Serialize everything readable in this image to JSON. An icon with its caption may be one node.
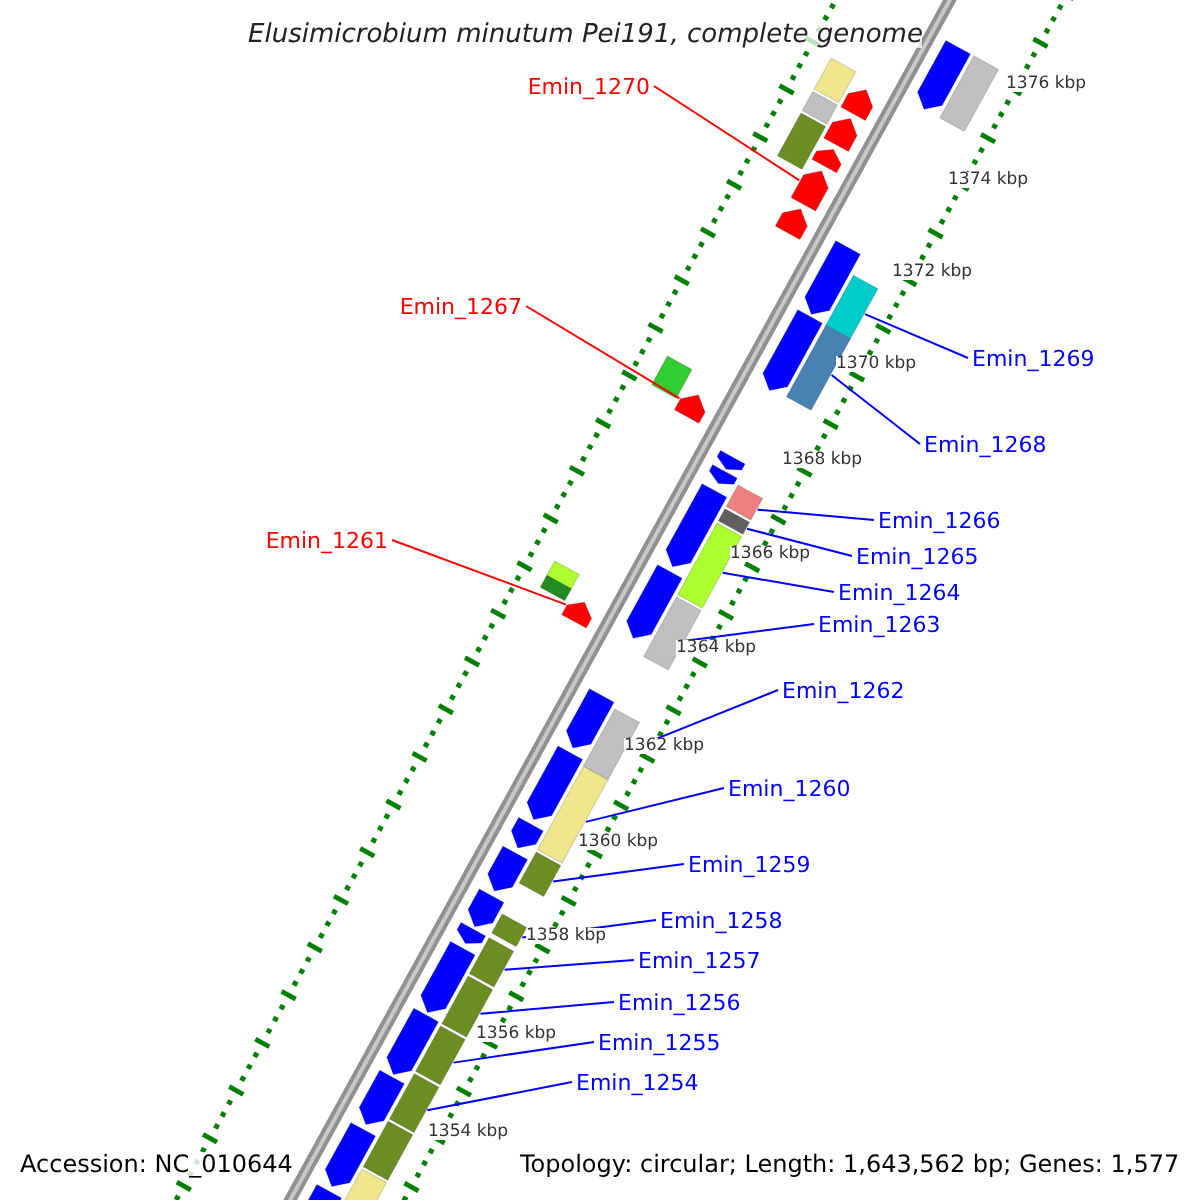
{
  "diagram": {
    "title": "Elusimicrobium minutum Pei191, complete genome",
    "nodes": [
      {
        "text": [
          "Emin_1270"
        ]
      },
      {
        "text": [
          "Emin_1267"
        ]
      },
      {
        "text": [
          "Emin_1269"
        ]
      },
      {
        "text": [
          "Emin_1268"
        ]
      },
      {
        "text": [
          "Emin_1266"
        ]
      },
      {
        "text": [
          "Emin_1261"
        ]
      },
      {
        "text": [
          "Emin_1265"
        ]
      },
      {
        "text": [
          "Emin_1264"
        ]
      },
      {
        "text": [
          "Emin_1263"
        ]
      },
      {
        "text": [
          "Emin_1262"
        ]
      },
      {
        "text": [
          "Emin_1260"
        ]
      },
      {
        "text": [
          "Emin_1259"
        ]
      },
      {
        "text": [
          "Emin_1258"
        ]
      },
      {
        "text": [
          "Emin_1257"
        ]
      },
      {
        "text": [
          "Emin_1256"
        ]
      },
      {
        "text": [
          "Emin_1255"
        ]
      },
      {
        "text": [
          "Emin_1254"
        ]
      },
      {
        "text": [],
        "shape": "arrow"
      },
      {
        "text": [],
        "shape": "bar"
      },
      {
        "text": [],
        "shape": "bar"
      },
      {
        "text": [],
        "shape": "arrow"
      },
      {
        "text": [],
        "shape": "bar"
      },
      {
        "text": [],
        "shape": "arrow"
      },
      {
        "text": [],
        "shape": "bar"
      },
      {
        "text": [],
        "shape": "arrow"
      },
      {
        "text": [],
        "shape": "arrow"
      },
      {
        "text": [],
        "shape": "arrow"
      },
      {
        "text": [],
        "shape": "arrow"
      },
      {
        "text": [],
        "shape": "bar"
      },
      {
        "text": [],
        "shape": "arrow"
      },
      {
        "text": [],
        "shape": "bar"
      },
      {
        "text": [],
        "shape": "bar"
      },
      {
        "text": [],
        "shape": "arrow"
      },
      {
        "text": [],
        "shape": "arrow"
      },
      {
        "text": [],
        "shape": "arrow"
      },
      {
        "text": [],
        "shape": "bar"
      },
      {
        "text": [],
        "shape": "arrow"
      },
      {
        "text": [],
        "shape": "bar"
      },
      {
        "text": [],
        "shape": "bar"
      },
      {
        "text": [],
        "shape": "arrow"
      },
      {
        "text": [],
        "shape": "bar"
      },
      {
        "text": [],
        "shape": "bar"
      },
      {
        "text": [],
        "shape": "bar"
      },
      {
        "text": [],
        "shape": "arrow"
      },
      {
        "text": [],
        "shape": "arrow"
      },
      {
        "text": [],
        "shape": "bar"
      },
      {
        "text": [],
        "shape": "arrow"
      },
      {
        "text": [],
        "shape": "bar"
      },
      {
        "text": [],
        "shape": "arrow"
      },
      {
        "text": [],
        "shape": "bar"
      },
      {
        "text": [],
        "shape": "arrow"
      },
      {
        "text": [],
        "shape": "arrow"
      },
      {
        "text": [],
        "shape": "bar"
      },
      {
        "text": [],
        "shape": "arrow"
      },
      {
        "text": [],
        "shape": "bar"
      },
      {
        "text": [],
        "shape": "arrow"
      },
      {
        "text": [],
        "shape": "bar"
      },
      {
        "text": [],
        "shape": "arrow"
      },
      {
        "text": [],
        "shape": "bar"
      },
      {
        "text": [],
        "shape": "bar"
      },
      {
        "text": [],
        "shape": "arrow"
      },
      {
        "text": [],
        "shape": "bar"
      },
      {
        "text": [],
        "shape": "arrow"
      },
      {
        "text": [],
        "shape": "bar"
      },
      {
        "text": [],
        "shape": "arrow"
      }
    ],
    "edges": [
      {
        "from": 0,
        "to": 25,
        "arrow": "none",
        "color": "#ff0000"
      },
      {
        "from": 1,
        "to": 32,
        "arrow": "none",
        "color": "#ff0000"
      },
      {
        "from": 2,
        "to": 28,
        "arrow": "none"
      },
      {
        "from": 3,
        "to": 30,
        "arrow": "none"
      },
      {
        "from": 4,
        "to": 35,
        "arrow": "none"
      },
      {
        "from": 5,
        "to": 43,
        "arrow": "none",
        "color": "#ff0000"
      },
      {
        "from": 6,
        "to": 37,
        "arrow": "none"
      },
      {
        "from": 7,
        "to": 38,
        "arrow": "none"
      },
      {
        "from": 8,
        "to": 40,
        "arrow": "none"
      },
      {
        "from": 9,
        "to": 45,
        "arrow": "none"
      },
      {
        "from": 10,
        "to": 47,
        "arrow": "none"
      },
      {
        "from": 11,
        "to": 49,
        "arrow": "none"
      },
      {
        "from": 12,
        "to": 52,
        "arrow": "none"
      },
      {
        "from": 13,
        "to": 54,
        "arrow": "none"
      },
      {
        "from": 14,
        "to": 56,
        "arrow": "none"
      },
      {
        "from": 15,
        "to": 58,
        "arrow": "none"
      },
      {
        "from": 16,
        "to": 59,
        "arrow": "none"
      }
    ],
    "labels": [
      "1376 kbp",
      "1374 kbp",
      "1372 kbp",
      "1370 kbp",
      "1368 kbp",
      "1366 kbp",
      "1364 kbp",
      "1362 kbp",
      "1360 kbp",
      "1358 kbp",
      "1356 kbp",
      "1354 kbp",
      "Accession: NC_010644",
      "Topology: circular; Length: 1,643,562 bp; Genes: 1,577"
    ]
  }
}
